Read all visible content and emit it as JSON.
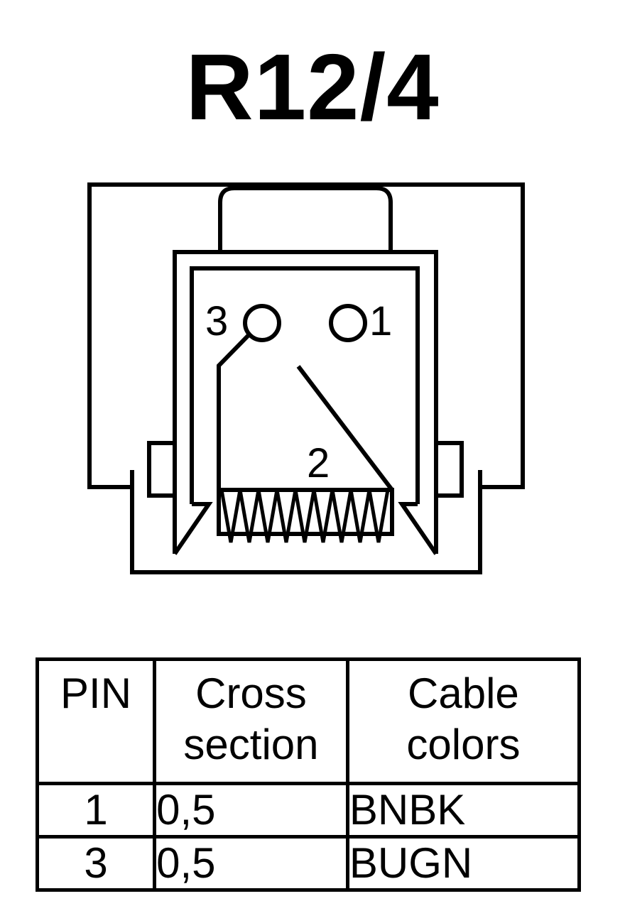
{
  "title": "R12/4",
  "diagram": {
    "pin_labels": [
      "3",
      "1",
      "2"
    ]
  },
  "table": {
    "headers": [
      {
        "line1": "PIN",
        "line2": ""
      },
      {
        "line1": "Cross",
        "line2": "section"
      },
      {
        "line1": "Cable",
        "line2": "colors"
      }
    ],
    "rows": [
      {
        "pin": "1",
        "cross_section": "0,5",
        "cable_colors": "BNBK"
      },
      {
        "pin": "3",
        "cross_section": "0,5",
        "cable_colors": "BUGN"
      }
    ]
  }
}
